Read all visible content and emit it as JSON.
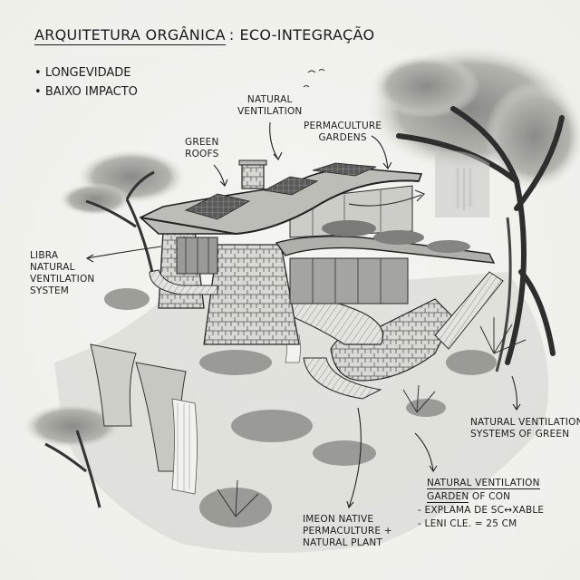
{
  "header": {
    "title_main": "ARQUITETURA ORGÂNICA",
    "title_sep": ":",
    "title_sub": "ECO-INTEGRAÇÃO"
  },
  "bullets": [
    "LONGEVIDADE",
    "BAIXO IMPACTO"
  ],
  "annotations": {
    "natural_ventilation": [
      "NATURAL",
      "VENTILATION"
    ],
    "permaculture_gardens": [
      "PERMACULTURE",
      "GARDENS"
    ],
    "green_roofs": [
      "GREEN",
      "ROOFS"
    ],
    "libra_system": [
      "LIBRA",
      "NATURAL",
      "VENTILATION",
      "SYSTEM"
    ],
    "systems_of_green": [
      "NATURAL VENTILATION",
      "SYSTEMS OF GREEN"
    ],
    "native_permaculture": [
      "IMEON NATIVE",
      "PERMACULTURE +",
      "NATURAL PLANT"
    ],
    "garden_note": {
      "heading_1": "NATURAL VENTILATION",
      "heading_2a": "GARDEN",
      "heading_2b": " OF CON",
      "items": [
        "- EXPLAMA DE SC↔XABLE",
        "- LENi CLE. = 25 CM"
      ]
    }
  },
  "illustration": {
    "subject": "organic eco-house built into hillside",
    "elements": [
      "green-roof",
      "solar-panels",
      "chimney",
      "stone-walls",
      "curved-deck",
      "waterfall",
      "trees",
      "permaculture-beds",
      "stone-staircase"
    ],
    "ink_color": "#2a2a2a",
    "paper_color": "#f3f3ef"
  }
}
